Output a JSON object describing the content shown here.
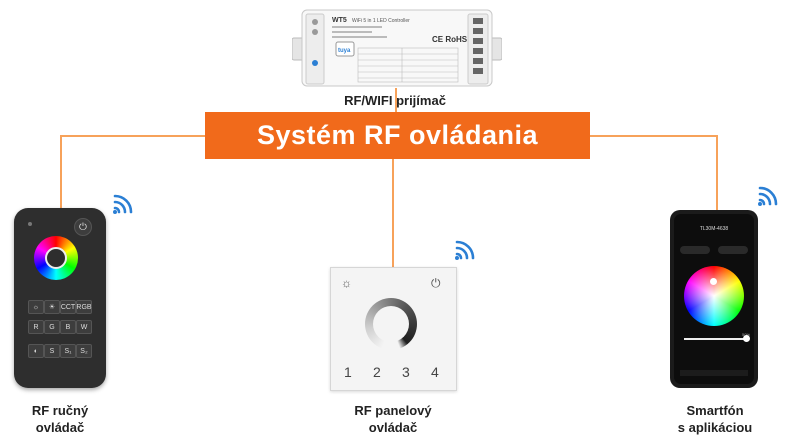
{
  "title": "Systém RF ovládania",
  "receiver": {
    "label": "RF/WIFI prijímač",
    "model": "WT5",
    "subtitle": "WiFi 5 in 1 LED Controller",
    "brand": "tuya",
    "marks": "CE RoHS"
  },
  "remote": {
    "label_line1": "RF ručný",
    "label_line2": "ovládač",
    "buttons": [
      "☼",
      "☀",
      "CCT",
      "RGB",
      "R",
      "G",
      "B",
      "W",
      "◐",
      "S",
      "S₁",
      "S₂"
    ]
  },
  "panel": {
    "label_line1": "RF panelový",
    "label_line2": "ovládač",
    "zones": [
      "1",
      "2",
      "3",
      "4"
    ]
  },
  "phone": {
    "label_line1": "Smartfón",
    "label_line2": "s aplikáciou",
    "app_title": "TL30M-4638",
    "pct": "50%"
  },
  "colors": {
    "accent": "#f16a1b",
    "connector": "#f7a25a",
    "wifi": "#2b7fd4"
  }
}
